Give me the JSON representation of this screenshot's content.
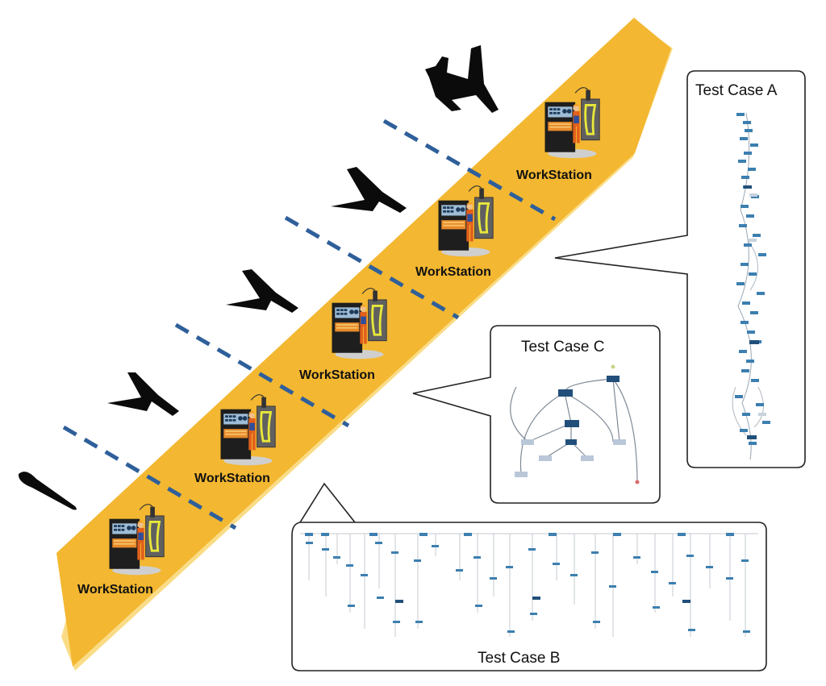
{
  "diagram": {
    "arrow_color": "#f3b731",
    "arrow_shadow": "#fadc86",
    "dash_color": "#2e5f9a",
    "node_color": "#3c7fb0",
    "node_dark": "#214f7a",
    "workstations": [
      {
        "label": "WorkStation"
      },
      {
        "label": "WorkStation"
      },
      {
        "label": "WorkStation"
      },
      {
        "label": "WorkStation"
      },
      {
        "label": "WorkStation"
      }
    ],
    "callouts": {
      "a": {
        "title": "Test Case A"
      },
      "b": {
        "title": "Test Case B"
      },
      "c": {
        "title": "Test Case C"
      }
    },
    "aircraft_stages": [
      "fuselage",
      "wing-section",
      "tail-assembly",
      "near-complete",
      "complete"
    ]
  }
}
